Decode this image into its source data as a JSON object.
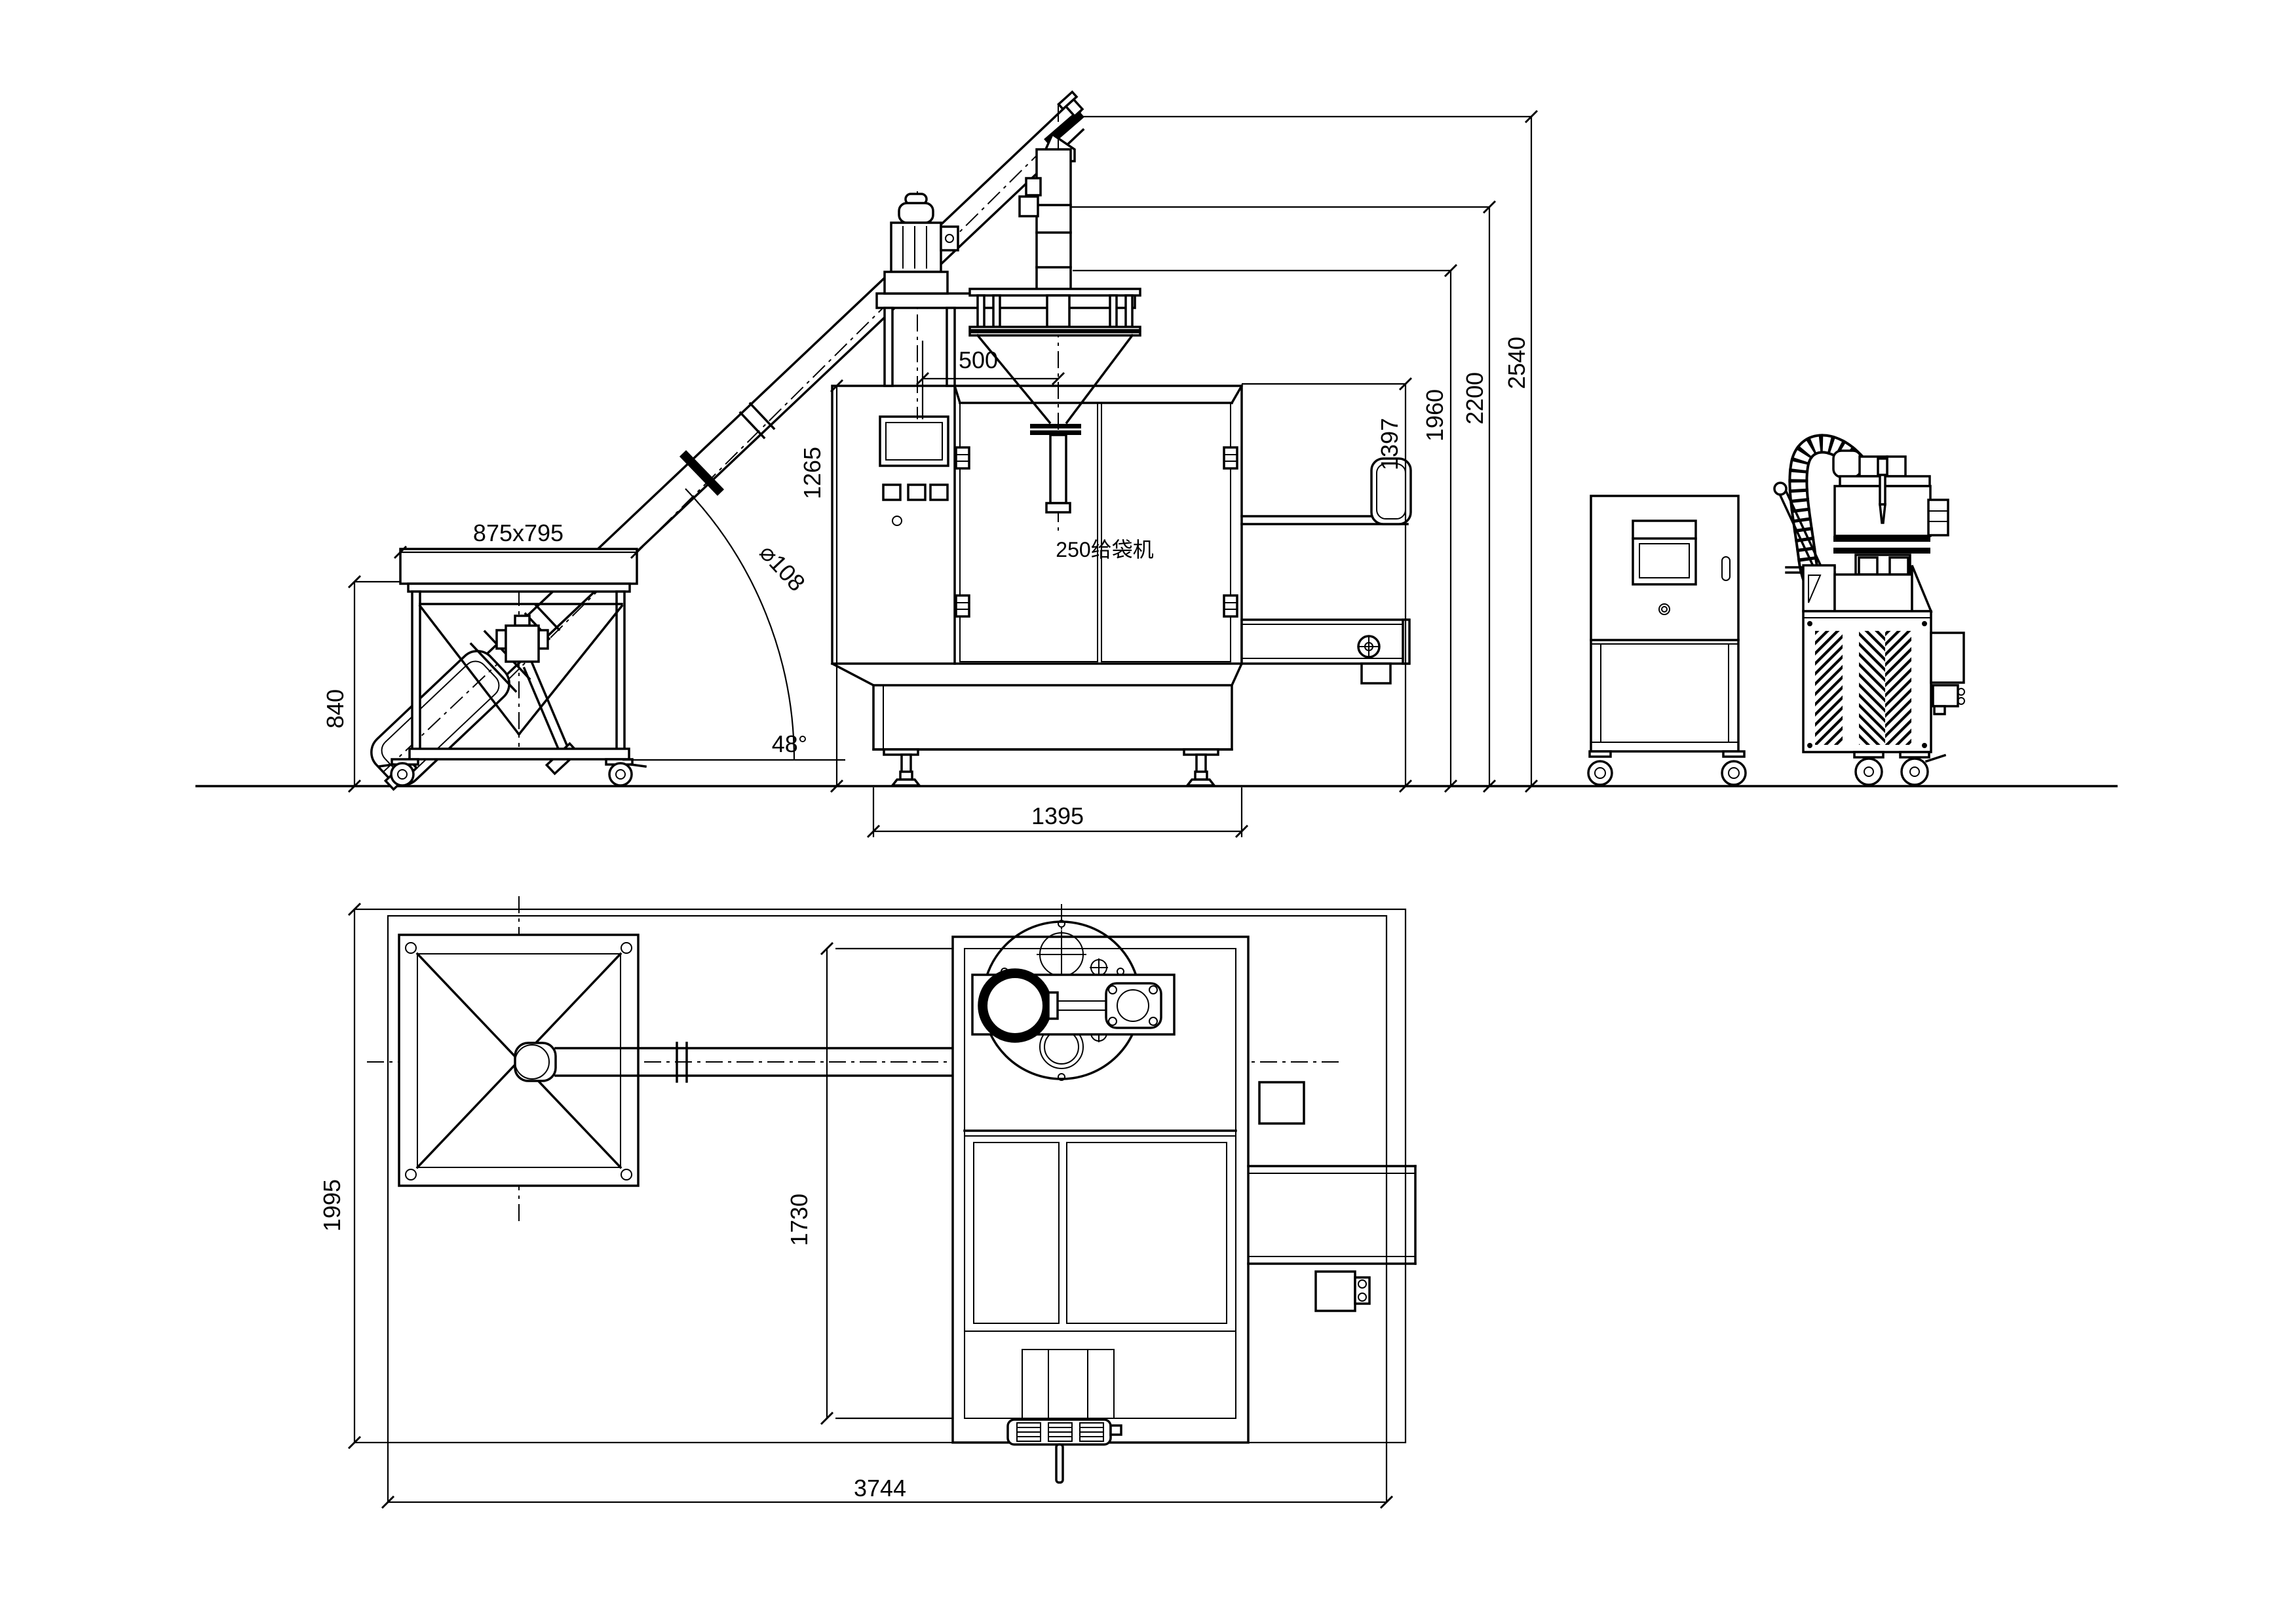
{
  "drawing": {
    "machine_label": "250给袋机",
    "elevation_dims": {
      "bin_top": "875x795",
      "bin_height": "840",
      "hopper_offset": "500",
      "tube_diameter": "⌀108",
      "incline_angle": "48°",
      "panel_height": "1265",
      "machine_width": "1395",
      "machine_height": "1397",
      "outlet_height": "1960",
      "infeed_height": "2200",
      "conveyor_height": "2540"
    },
    "plan_dims": {
      "layout_depth": "1995",
      "machine_depth": "1730",
      "layout_width": "3744"
    }
  }
}
